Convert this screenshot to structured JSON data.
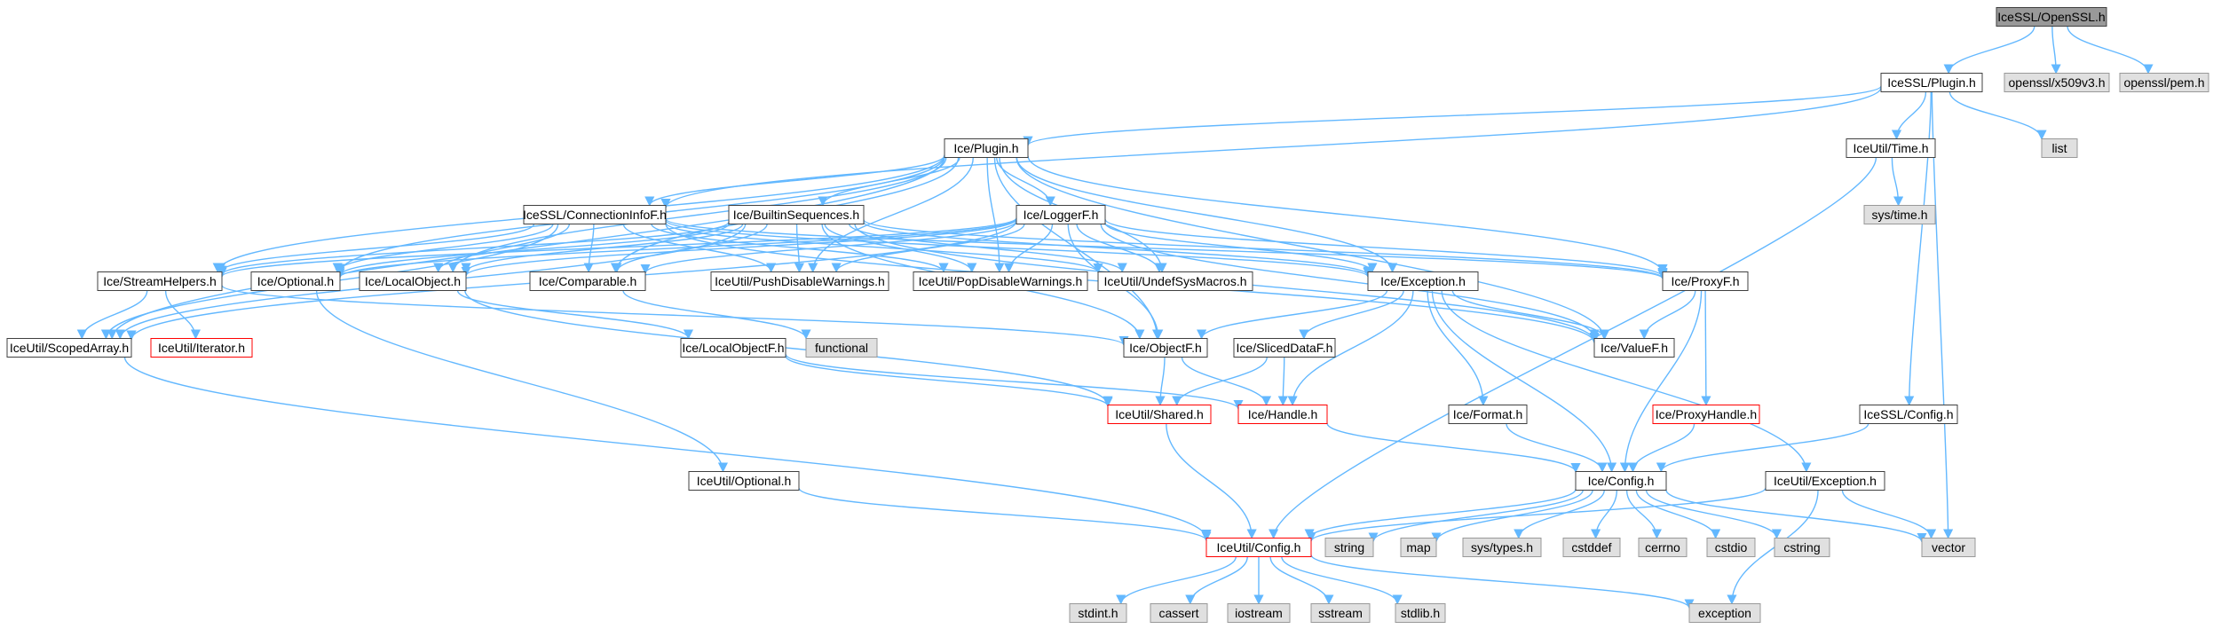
{
  "title": "IceSSL/OpenSSL.h",
  "colors": {
    "root_fill": "#999999",
    "node_fill": "#ffffff",
    "node_border": "#404040",
    "external_fill": "#e0e0e0",
    "external_border": "#999999",
    "truncated_border": "#ff0000",
    "edge": "#63b8ff"
  },
  "nodes": {
    "root": {
      "label": "IceSSL/OpenSSL.h",
      "kind": "root"
    },
    "x509": {
      "label": "openssl/x509v3.h",
      "kind": "external"
    },
    "pem": {
      "label": "openssl/pem.h",
      "kind": "external"
    },
    "plugin_ssl": {
      "label": "IceSSL/Plugin.h",
      "kind": "normal"
    },
    "list": {
      "label": "list",
      "kind": "external"
    },
    "ice_plugin": {
      "label": "Ice/Plugin.h",
      "kind": "normal"
    },
    "iu_time": {
      "label": "IceUtil/Time.h",
      "kind": "normal"
    },
    "sys_time": {
      "label": "sys/time.h",
      "kind": "external"
    },
    "conninfo": {
      "label": "IceSSL/ConnectionInfoF.h",
      "kind": "normal"
    },
    "builtin": {
      "label": "Ice/BuiltinSequences.h",
      "kind": "normal"
    },
    "loggerf": {
      "label": "Ice/LoggerF.h",
      "kind": "normal"
    },
    "streamhelpers": {
      "label": "Ice/StreamHelpers.h",
      "kind": "normal"
    },
    "optional": {
      "label": "Ice/Optional.h",
      "kind": "normal"
    },
    "localobject": {
      "label": "Ice/LocalObject.h",
      "kind": "normal"
    },
    "comparable": {
      "label": "Ice/Comparable.h",
      "kind": "normal"
    },
    "pushdisable": {
      "label": "IceUtil/PushDisableWarnings.h",
      "kind": "normal"
    },
    "popdisable": {
      "label": "IceUtil/PopDisableWarnings.h",
      "kind": "normal"
    },
    "undefsys": {
      "label": "IceUtil/UndefSysMacros.h",
      "kind": "normal"
    },
    "exception": {
      "label": "Ice/Exception.h",
      "kind": "normal"
    },
    "proxyf": {
      "label": "Ice/ProxyF.h",
      "kind": "normal"
    },
    "scopedarray": {
      "label": "IceUtil/ScopedArray.h",
      "kind": "normal"
    },
    "iterator": {
      "label": "IceUtil/Iterator.h",
      "kind": "truncated"
    },
    "functional": {
      "label": "functional",
      "kind": "external"
    },
    "localobjectf": {
      "label": "Ice/LocalObjectF.h",
      "kind": "normal"
    },
    "objectf": {
      "label": "Ice/ObjectF.h",
      "kind": "normal"
    },
    "slicedf": {
      "label": "Ice/SlicedDataF.h",
      "kind": "normal"
    },
    "valuef": {
      "label": "Ice/ValueF.h",
      "kind": "normal"
    },
    "shared": {
      "label": "IceUtil/Shared.h",
      "kind": "truncated"
    },
    "handle": {
      "label": "Ice/Handle.h",
      "kind": "truncated"
    },
    "format": {
      "label": "Ice/Format.h",
      "kind": "normal"
    },
    "proxyhandle": {
      "label": "Ice/ProxyHandle.h",
      "kind": "truncated"
    },
    "sslconfig": {
      "label": "IceSSL/Config.h",
      "kind": "normal"
    },
    "iu_optional": {
      "label": "IceUtil/Optional.h",
      "kind": "normal"
    },
    "config": {
      "label": "Ice/Config.h",
      "kind": "normal"
    },
    "iu_exception": {
      "label": "IceUtil/Exception.h",
      "kind": "normal"
    },
    "iu_config": {
      "label": "IceUtil/Config.h",
      "kind": "truncated"
    },
    "string": {
      "label": "string",
      "kind": "external"
    },
    "map": {
      "label": "map",
      "kind": "external"
    },
    "systypes": {
      "label": "sys/types.h",
      "kind": "external"
    },
    "cstddef": {
      "label": "cstddef",
      "kind": "external"
    },
    "cerrno": {
      "label": "cerrno",
      "kind": "external"
    },
    "cstdio": {
      "label": "cstdio",
      "kind": "external"
    },
    "cstring": {
      "label": "cstring",
      "kind": "external"
    },
    "vector": {
      "label": "vector",
      "kind": "external"
    },
    "stdint": {
      "label": "stdint.h",
      "kind": "external"
    },
    "cassert": {
      "label": "cassert",
      "kind": "external"
    },
    "iostream": {
      "label": "iostream",
      "kind": "external"
    },
    "sstream": {
      "label": "sstream",
      "kind": "external"
    },
    "stdlib": {
      "label": "stdlib.h",
      "kind": "external"
    },
    "exception_std": {
      "label": "exception",
      "kind": "external"
    }
  },
  "edges": [
    [
      "root",
      "plugin_ssl"
    ],
    [
      "root",
      "x509"
    ],
    [
      "root",
      "pem"
    ],
    [
      "plugin_ssl",
      "ice_plugin"
    ],
    [
      "plugin_ssl",
      "conninfo"
    ],
    [
      "plugin_ssl",
      "iu_time"
    ],
    [
      "plugin_ssl",
      "list"
    ],
    [
      "plugin_ssl",
      "sslconfig"
    ],
    [
      "plugin_ssl",
      "vector"
    ],
    [
      "iu_time",
      "sys_time"
    ],
    [
      "iu_time",
      "iu_config"
    ],
    [
      "ice_plugin",
      "conninfo"
    ],
    [
      "ice_plugin",
      "builtin"
    ],
    [
      "ice_plugin",
      "loggerf"
    ],
    [
      "ice_plugin",
      "streamhelpers"
    ],
    [
      "ice_plugin",
      "optional"
    ],
    [
      "ice_plugin",
      "localobject"
    ],
    [
      "ice_plugin",
      "comparable"
    ],
    [
      "ice_plugin",
      "pushdisable"
    ],
    [
      "ice_plugin",
      "popdisable"
    ],
    [
      "ice_plugin",
      "undefsys"
    ],
    [
      "ice_plugin",
      "exception"
    ],
    [
      "ice_plugin",
      "proxyf"
    ],
    [
      "ice_plugin",
      "valuef"
    ],
    [
      "ice_plugin",
      "scopedarray"
    ],
    [
      "ice_plugin",
      "objectf"
    ],
    [
      "conninfo",
      "streamhelpers"
    ],
    [
      "conninfo",
      "optional"
    ],
    [
      "conninfo",
      "localobject"
    ],
    [
      "conninfo",
      "comparable"
    ],
    [
      "conninfo",
      "pushdisable"
    ],
    [
      "conninfo",
      "popdisable"
    ],
    [
      "conninfo",
      "undefsys"
    ],
    [
      "conninfo",
      "exception"
    ],
    [
      "conninfo",
      "proxyf"
    ],
    [
      "conninfo",
      "scopedarray"
    ],
    [
      "conninfo",
      "valuef"
    ],
    [
      "builtin",
      "streamhelpers"
    ],
    [
      "builtin",
      "optional"
    ],
    [
      "builtin",
      "localobject"
    ],
    [
      "builtin",
      "comparable"
    ],
    [
      "builtin",
      "pushdisable"
    ],
    [
      "builtin",
      "popdisable"
    ],
    [
      "builtin",
      "undefsys"
    ],
    [
      "builtin",
      "exception"
    ],
    [
      "builtin",
      "proxyf"
    ],
    [
      "builtin",
      "scopedarray"
    ],
    [
      "builtin",
      "objectf"
    ],
    [
      "builtin",
      "valuef"
    ],
    [
      "loggerf",
      "streamhelpers"
    ],
    [
      "loggerf",
      "optional"
    ],
    [
      "loggerf",
      "localobject"
    ],
    [
      "loggerf",
      "comparable"
    ],
    [
      "loggerf",
      "pushdisable"
    ],
    [
      "loggerf",
      "popdisable"
    ],
    [
      "loggerf",
      "undefsys"
    ],
    [
      "loggerf",
      "exception"
    ],
    [
      "loggerf",
      "proxyf"
    ],
    [
      "loggerf",
      "objectf"
    ],
    [
      "loggerf",
      "valuef"
    ],
    [
      "loggerf",
      "scopedarray"
    ],
    [
      "streamhelpers",
      "scopedarray"
    ],
    [
      "streamhelpers",
      "iterator"
    ],
    [
      "streamhelpers",
      "objectf"
    ],
    [
      "optional",
      "iu_optional"
    ],
    [
      "localobject",
      "localobjectf"
    ],
    [
      "localobject",
      "shared"
    ],
    [
      "comparable",
      "functional"
    ],
    [
      "localobjectf",
      "shared"
    ],
    [
      "localobjectf",
      "handle"
    ],
    [
      "exception",
      "objectf"
    ],
    [
      "exception",
      "slicedf"
    ],
    [
      "exception",
      "valuef"
    ],
    [
      "exception",
      "handle"
    ],
    [
      "exception",
      "format"
    ],
    [
      "exception",
      "config"
    ],
    [
      "exception",
      "iu_exception"
    ],
    [
      "proxyf",
      "valuef"
    ],
    [
      "proxyf",
      "proxyhandle"
    ],
    [
      "proxyf",
      "config"
    ],
    [
      "scopedarray",
      "iu_config"
    ],
    [
      "objectf",
      "shared"
    ],
    [
      "objectf",
      "handle"
    ],
    [
      "slicedf",
      "shared"
    ],
    [
      "slicedf",
      "handle"
    ],
    [
      "shared",
      "iu_config"
    ],
    [
      "handle",
      "config"
    ],
    [
      "format",
      "config"
    ],
    [
      "proxyhandle",
      "config"
    ],
    [
      "sslconfig",
      "config"
    ],
    [
      "iu_optional",
      "iu_config"
    ],
    [
      "config",
      "iu_config"
    ],
    [
      "config",
      "string"
    ],
    [
      "config",
      "map"
    ],
    [
      "config",
      "systypes"
    ],
    [
      "config",
      "cstddef"
    ],
    [
      "config",
      "cerrno"
    ],
    [
      "config",
      "cstdio"
    ],
    [
      "config",
      "cstring"
    ],
    [
      "config",
      "vector"
    ],
    [
      "iu_exception",
      "iu_config"
    ],
    [
      "iu_exception",
      "vector"
    ],
    [
      "iu_exception",
      "exception_std"
    ],
    [
      "iu_config",
      "stdint"
    ],
    [
      "iu_config",
      "cassert"
    ],
    [
      "iu_config",
      "iostream"
    ],
    [
      "iu_config",
      "sstream"
    ],
    [
      "iu_config",
      "stdlib"
    ],
    [
      "iu_config",
      "exception_std"
    ]
  ]
}
